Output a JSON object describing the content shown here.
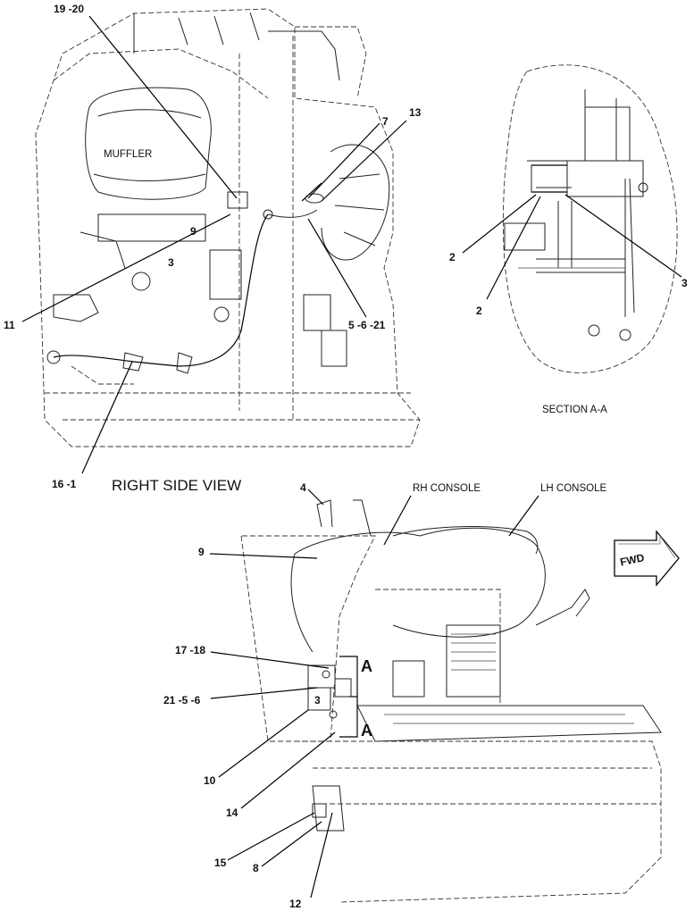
{
  "view_titles": {
    "right_side_view": "RIGHT SIDE VIEW",
    "section": "SECTION A-A"
  },
  "part_labels": {
    "muffler": "MUFFLER",
    "rh_console": "RH CONSOLE",
    "lh_console": "LH CONSOLE",
    "fwd": "FWD"
  },
  "section_marks": [
    "A",
    "A"
  ],
  "callouts_top": {
    "c19_20": "19 -20",
    "c7": "7",
    "c13": "13",
    "c11": "11",
    "c5_6_21": "5 -6 -21",
    "c16_1": "16 -1",
    "c9_inline": "9",
    "c3_inline": "3"
  },
  "callouts_section": {
    "c2a": "2",
    "c2b": "2",
    "c3": "3"
  },
  "callouts_bottom": {
    "c4": "4",
    "c9": "9",
    "c17_18": "17 -18",
    "c21_5_6": "21 -5 -6",
    "c10": "10",
    "c14": "14",
    "c15": "15",
    "c8": "8",
    "c12": "12",
    "c3_inline": "3"
  }
}
